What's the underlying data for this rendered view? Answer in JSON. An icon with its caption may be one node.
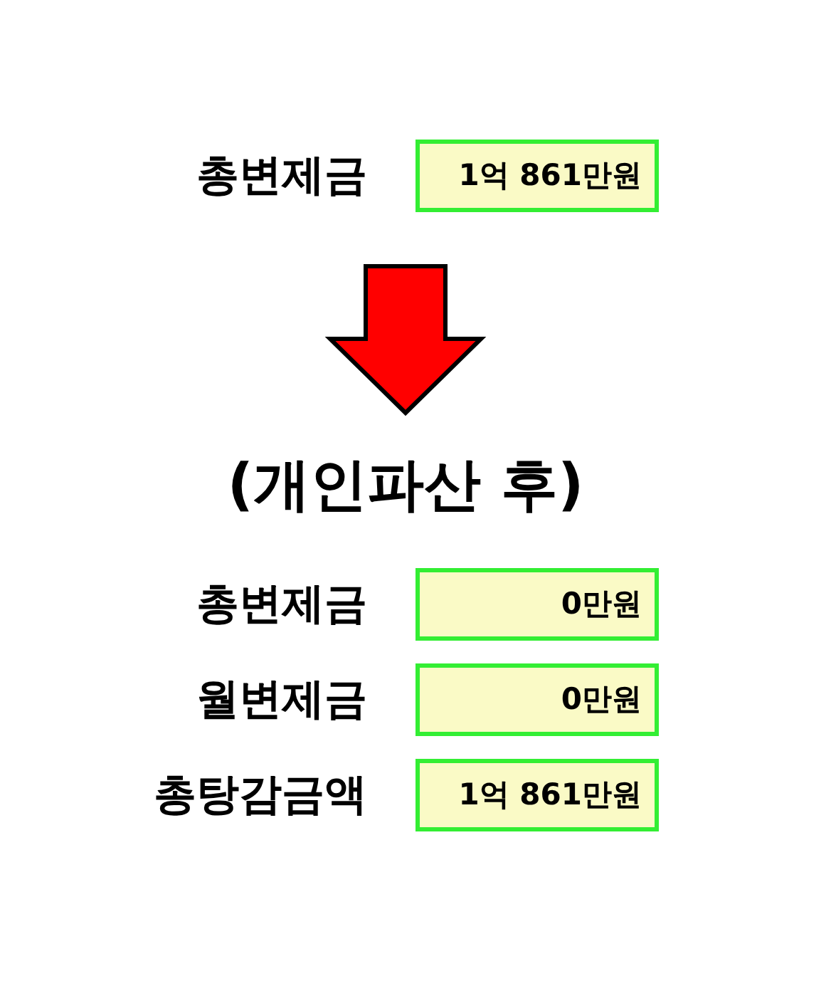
{
  "diagram": {
    "nodes": [
      {
        "text": [
          "1억 861만원"
        ],
        "beside": [
          "총변제금"
        ]
      },
      {
        "text": [
          "(개인파산 후)"
        ]
      },
      {
        "text": [
          "0만원"
        ],
        "beside": [
          "총변제금"
        ]
      },
      {
        "text": [
          "0만원"
        ],
        "beside": [
          "월변제금"
        ]
      },
      {
        "text": [
          "1억 861만원"
        ],
        "beside": [
          "총탕감금액"
        ]
      }
    ],
    "edges": [
      {
        "from": 0,
        "to": 1,
        "arrow": "to",
        "style": "thick",
        "color": "#ff0000"
      }
    ]
  }
}
